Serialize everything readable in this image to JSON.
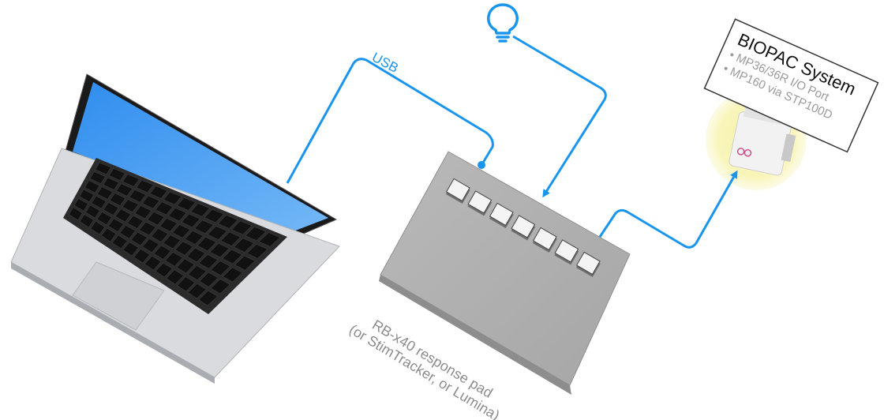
{
  "labels": {
    "usb": "USB",
    "pad_line1": "RB-x40 response pad",
    "pad_line2": "(or StimTracker, or Lumina)",
    "biopac_title": "BIOPAC System",
    "biopac_item1": "• MP36/36R I/O Port",
    "biopac_item2": "• MP160 via STP100D"
  },
  "icons": {
    "light": "lightbulb-icon",
    "laptop": "laptop-icon",
    "pad": "response-pad-icon",
    "connector": "db-connector-icon"
  },
  "colors": {
    "line": "#1a95ee",
    "pad_label": "#8c8c8c",
    "highlight": "#f6ef9a"
  },
  "response_pad": {
    "button_count": 7
  }
}
